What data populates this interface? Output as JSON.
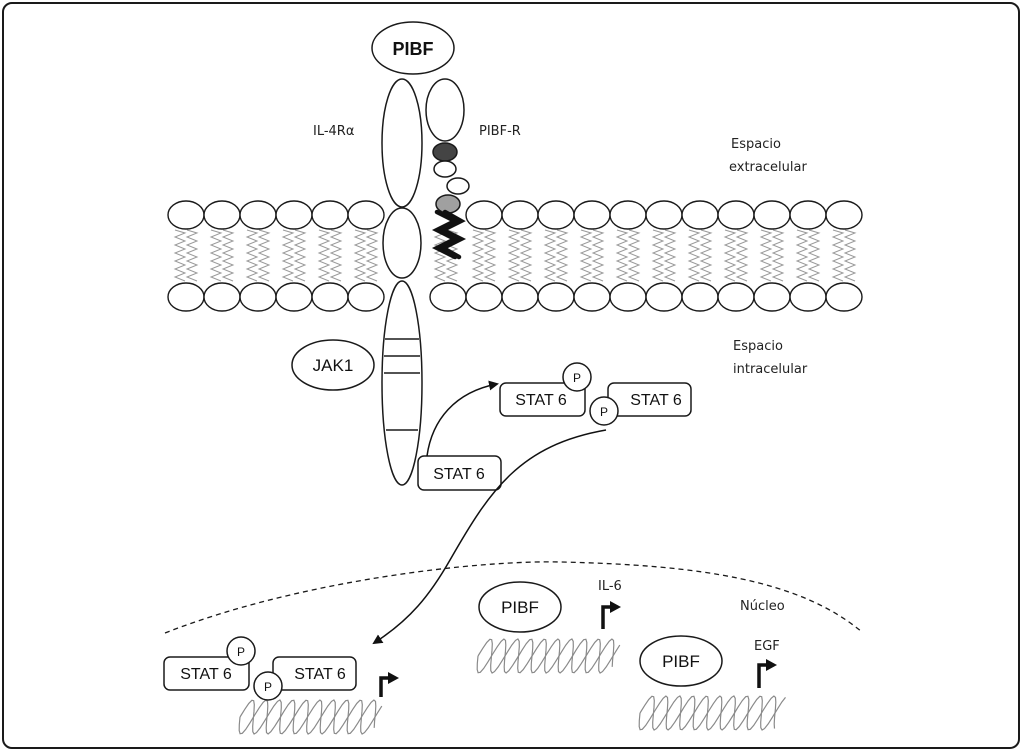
{
  "diagram": {
    "ligand": {
      "label": "PIBF"
    },
    "receptors": {
      "il4ra_label": "IL-4Rα",
      "pibfr_label": "PIBF-R"
    },
    "regions": {
      "extracellular": [
        "Espacio",
        "extracelular"
      ],
      "intracellular": [
        "Espacio",
        "intracelular"
      ],
      "nucleus": "Núcleo"
    },
    "kinase": {
      "label": "JAK1"
    },
    "stat": {
      "label": "STAT 6",
      "phospho_label": "P"
    },
    "genes": {
      "il6_label": "IL-6",
      "egf_label": "EGF",
      "nuclear_pibf_label": "PIBF"
    },
    "colors": {
      "outline": "#1a1a1a",
      "lipid_tail": "#9a9a9a",
      "dark_domain": "#444444",
      "grey_domain": "#a0a0a0",
      "dna": "#8a8a8a"
    }
  }
}
